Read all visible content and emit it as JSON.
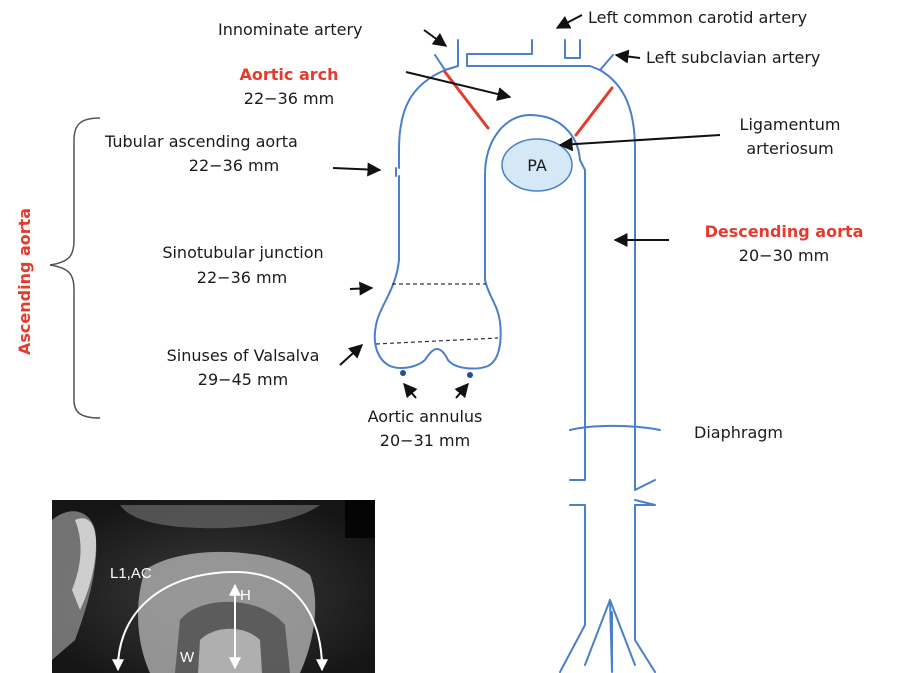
{
  "colors": {
    "vessel": "#4a7fc9",
    "accent_red": "#e53b2c",
    "pa_fill": "#d4e8f5"
  },
  "labels": {
    "innominate": "Innominate artery",
    "left_common_carotid": "Left common carotid artery",
    "left_subclavian": "Left subclavian artery",
    "aortic_arch_title": "Aortic arch",
    "aortic_arch_value": "22−36 mm",
    "tubular_title": "Tubular ascending  aorta",
    "tubular_value": "22−36 mm",
    "ligamentum_line1": "Ligamentum",
    "ligamentum_line2": "arteriosum",
    "pa": "PA",
    "ascending_aorta": "Ascending aorta",
    "sinotubular_title": "Sinotubular junction",
    "sinotubular_value": "22−36 mm",
    "descending_title": "Descending  aorta",
    "descending_value": "20−30 mm",
    "sinuses_title": "Sinuses of Valsalva",
    "sinuses_value": "29−45 mm",
    "annulus_title": "Aortic annulus",
    "annulus_value": "20−31 mm",
    "diaphragm": "Diaphragm"
  },
  "inset": {
    "label_l1ac": "L1,AC",
    "label_h": "H",
    "label_w": "W"
  }
}
